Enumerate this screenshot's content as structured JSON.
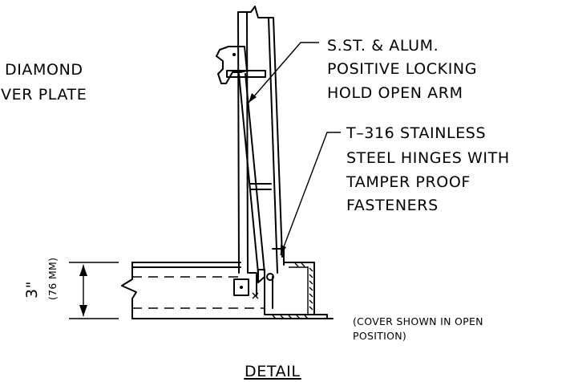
{
  "labels": {
    "cover_plate": [
      "DIAMOND",
      "COVER PLATE"
    ],
    "hold_open_arm": [
      "S.ST. & ALUM.",
      "POSITIVE LOCKING",
      "HOLD OPEN ARM"
    ],
    "hinges": [
      "T–316 STAINLESS",
      "STEEL HINGES WITH",
      "TAMPER PROOF",
      "FASTENERS"
    ],
    "dimension": "3\"",
    "dimension_metric": "(76 MM)",
    "note": [
      "(COVER SHOWN IN OPEN",
      "POSITION)"
    ],
    "title": "DETAIL"
  }
}
